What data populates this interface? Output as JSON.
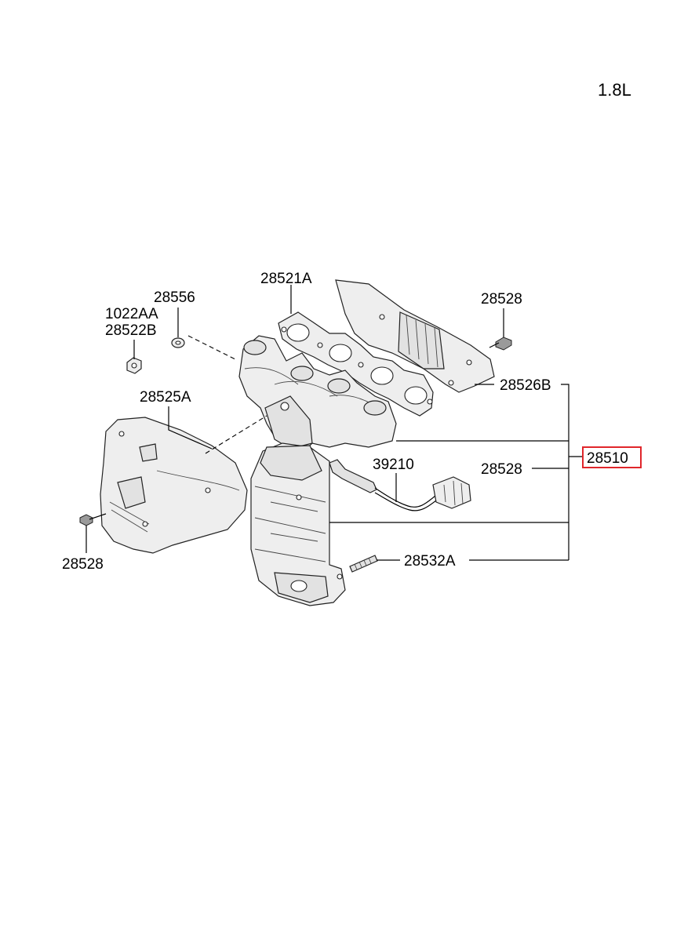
{
  "engine_label": "1.8L",
  "labels": {
    "p28521A": "28521A",
    "p28556": "28556",
    "p1022AA": "1022AA",
    "p28522B": "28522B",
    "p28528_top": "28528",
    "p28526B": "28526B",
    "p28525A": "28525A",
    "p28510": "28510",
    "p39210": "39210",
    "p28528_mid": "28528",
    "p28528_bottom": "28528",
    "p28532A": "28532A"
  },
  "highlighted_part": "28510",
  "colors": {
    "highlight": "#e0262b",
    "line": "#000000",
    "part_fill": "#eeeeee"
  }
}
